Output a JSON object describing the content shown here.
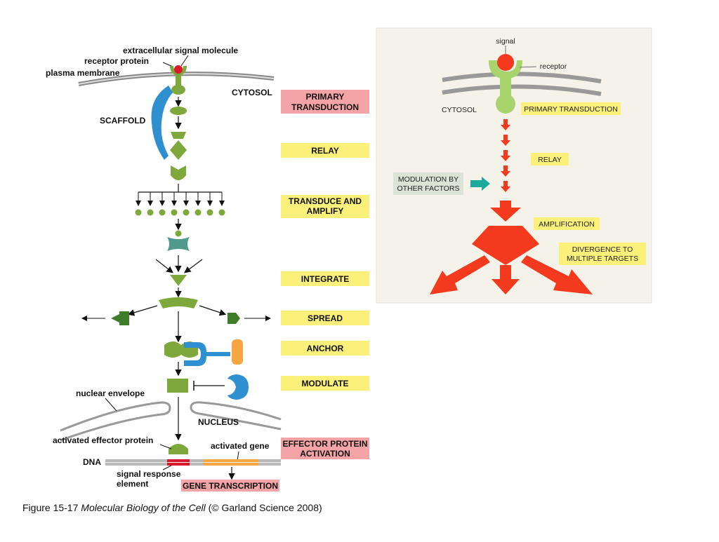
{
  "left_diagram": {
    "labels": {
      "extracellular_signal_molecule": "extracellular signal molecule",
      "receptor_protein": "receptor protein",
      "plasma_membrane": "plasma membrane",
      "cytosol": "CYTOSOL",
      "scaffold": "SCAFFOLD",
      "nuclear_envelope": "nuclear envelope",
      "nucleus": "NUCLEUS",
      "activated_effector_protein": "activated effector protein",
      "activated_gene": "activated gene",
      "dna": "DNA",
      "signal_response_line1": "signal response",
      "signal_response_line2": "element"
    },
    "steps": [
      {
        "line1": "PRIMARY",
        "line2": "TRANSDUCTION",
        "color": "#f4a3a6"
      },
      {
        "line1": "RELAY",
        "line2": "",
        "color": "#fbf07a"
      },
      {
        "line1": "TRANSDUCE AND",
        "line2": "AMPLIFY",
        "color": "#fbf07a"
      },
      {
        "line1": "INTEGRATE",
        "line2": "",
        "color": "#fbf07a"
      },
      {
        "line1": "SPREAD",
        "line2": "",
        "color": "#fbf07a"
      },
      {
        "line1": "ANCHOR",
        "line2": "",
        "color": "#fbf07a"
      },
      {
        "line1": "MODULATE",
        "line2": "",
        "color": "#fbf07a"
      },
      {
        "line1": "EFFECTOR PROTEIN",
        "line2": "ACTIVATION",
        "color": "#f4a3a6"
      }
    ],
    "gene_transcription": {
      "text": "GENE TRANSCRIPTION",
      "color": "#f4a3a6"
    }
  },
  "right_diagram": {
    "signal": "signal",
    "receptor": "receptor",
    "cytosol": "CYTOSOL",
    "primary_transduction": "PRIMARY TRANSDUCTION",
    "relay": "RELAY",
    "modulation_line1": "MODULATION BY",
    "modulation_line2": "OTHER FACTORS",
    "amplification": "AMPLIFICATION",
    "divergence_line1": "DIVERGENCE TO",
    "divergence_line2": "MULTIPLE TARGETS"
  },
  "caption": {
    "prefix": "Figure 15-17",
    "title": "Molecular Biology of the Cell",
    "suffix": "(© Garland Science 2008)"
  },
  "colors": {
    "protein_green": "#7ea83c",
    "protein_dark_green": "#3f7d2b",
    "scaffold_blue": "#2e8fd1",
    "teal_protein": "#4f9a8c",
    "arrow_red": "#f43a1e",
    "highlight_yellow": "#fbf07a",
    "highlight_pink": "#f4a3a6"
  }
}
